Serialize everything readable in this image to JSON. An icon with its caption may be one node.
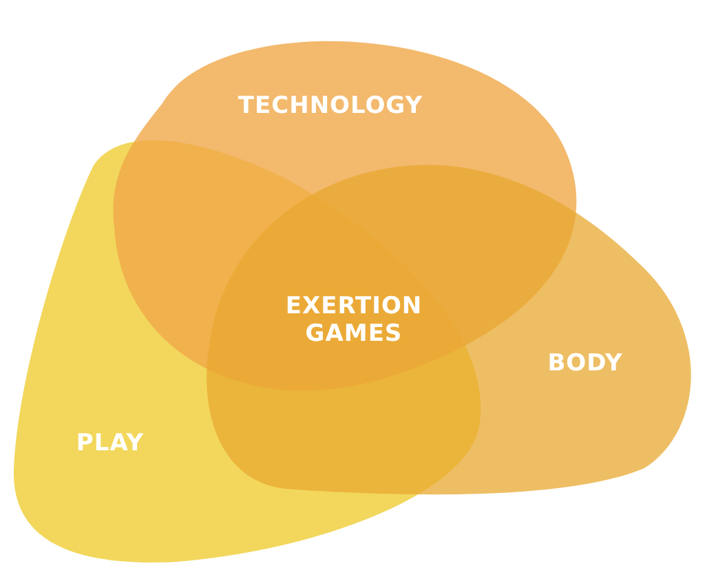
{
  "diagram": {
    "nodes": [
      {
        "text": [
          "TECHNOLOGY"
        ]
      },
      {
        "text": [
          "BODY"
        ]
      },
      {
        "text": [
          "PLAY"
        ]
      }
    ],
    "labels": [
      "EXERTION GAMES"
    ]
  }
}
